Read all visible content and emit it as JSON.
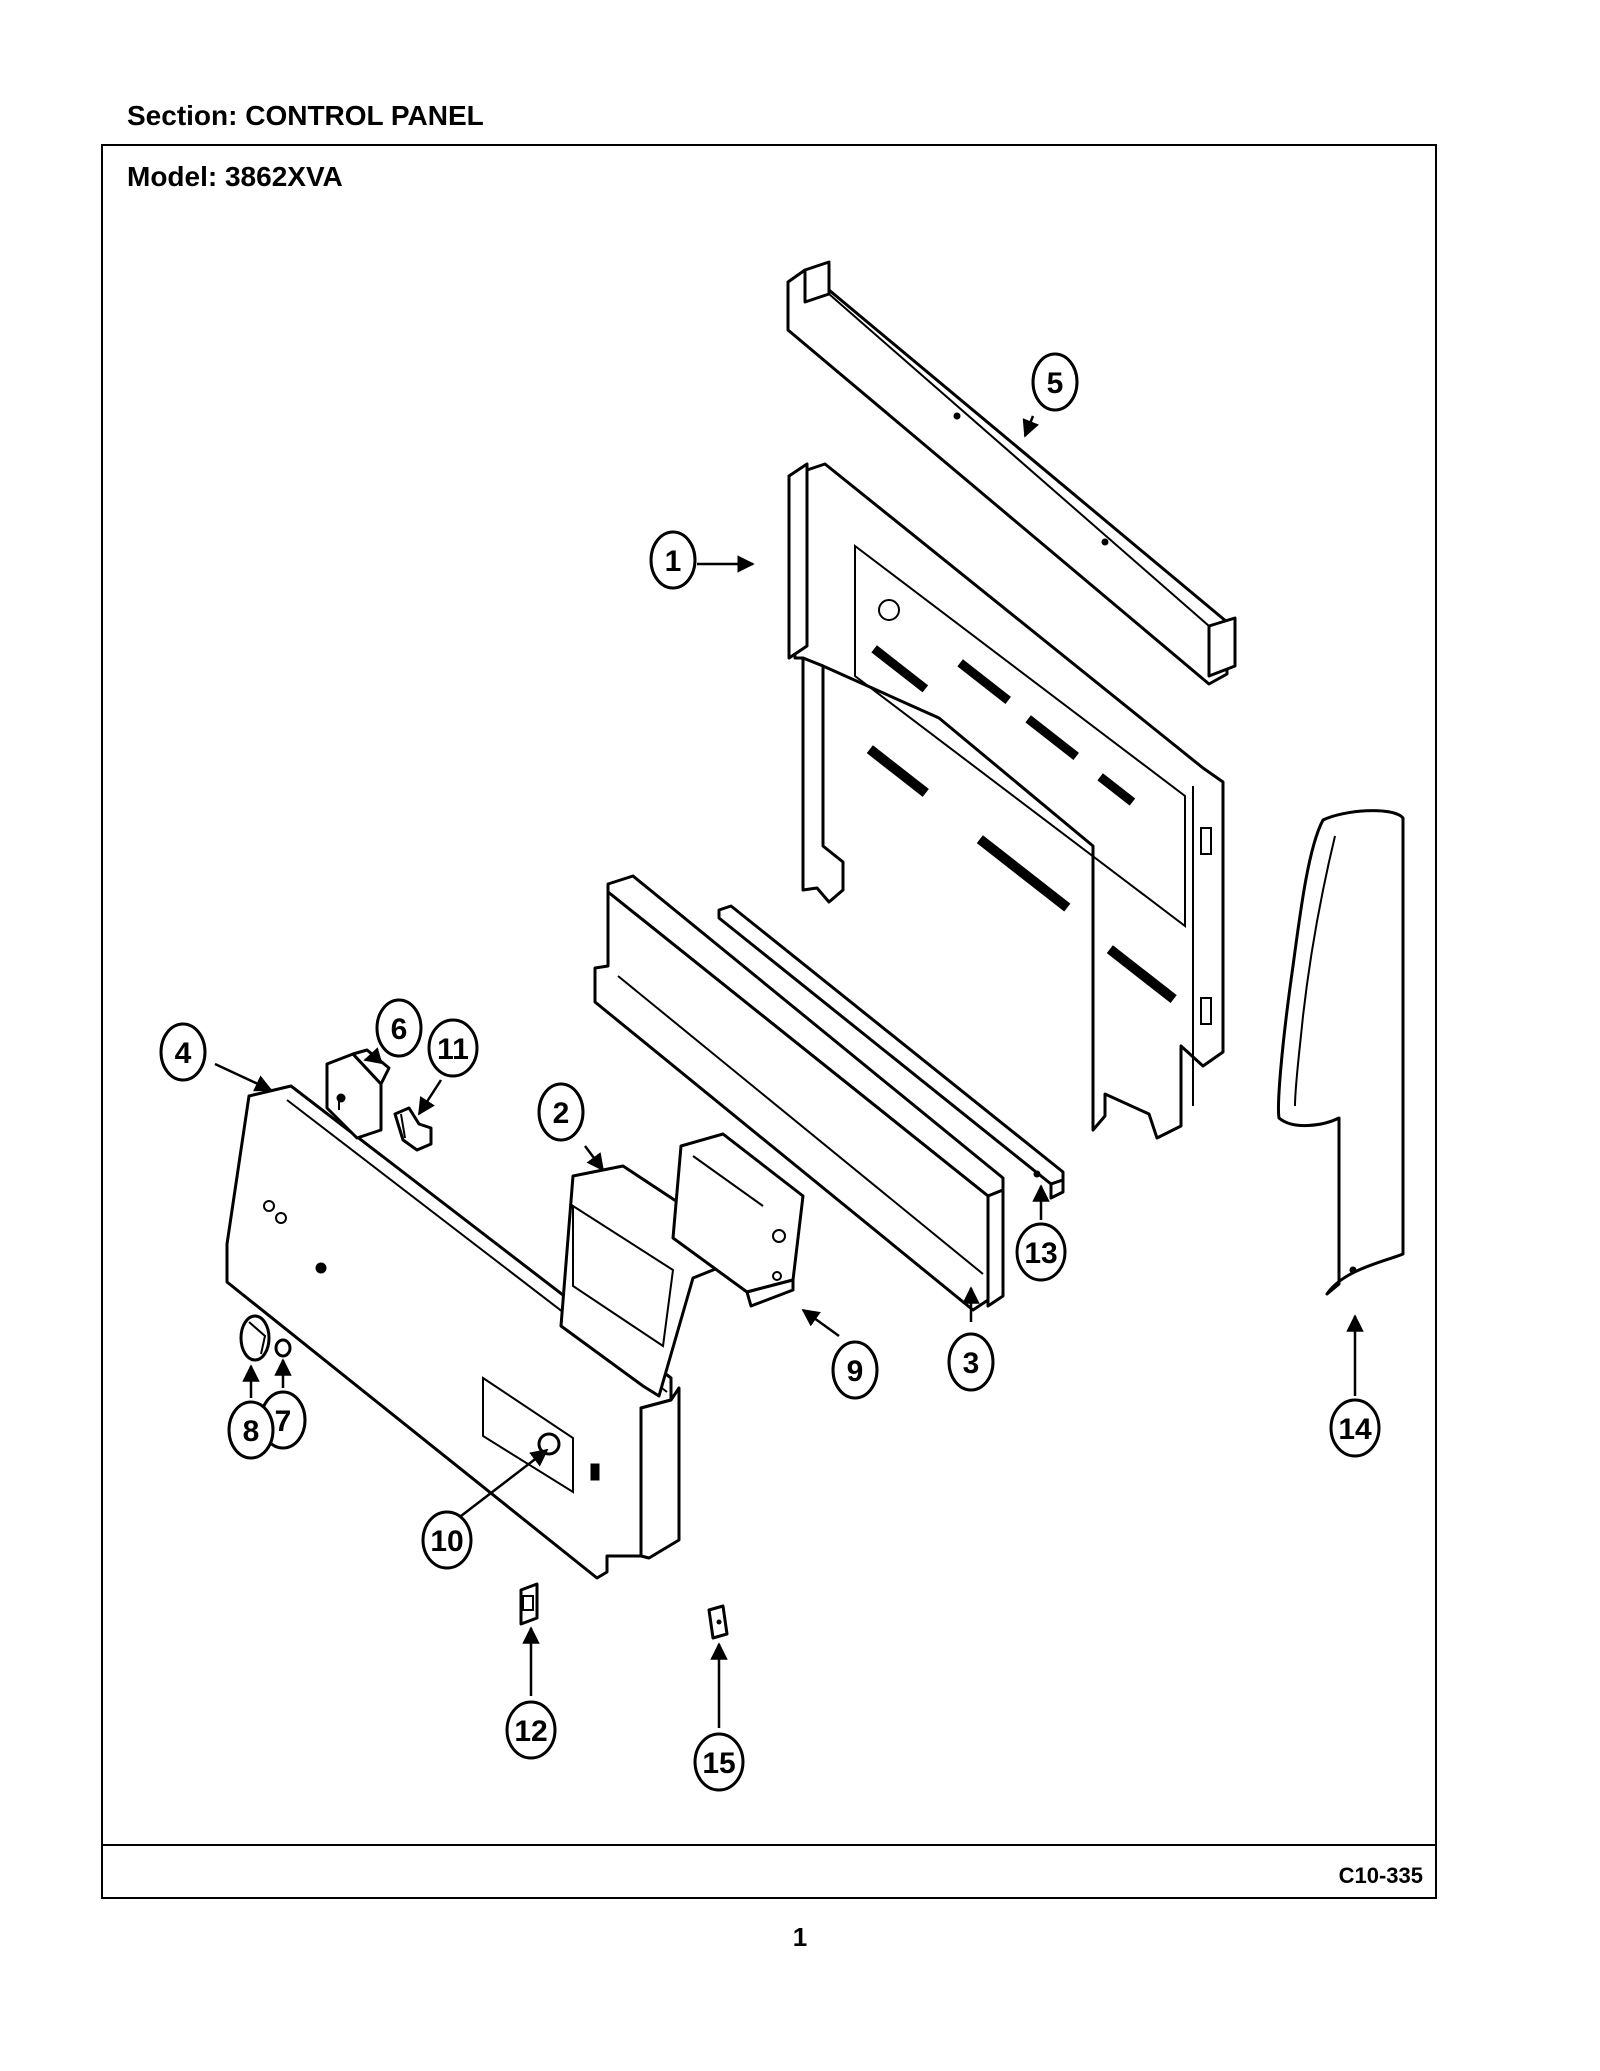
{
  "header": {
    "section_label": "Section:  CONTROL PANEL"
  },
  "frame": {
    "model_label": "Model:  3862XVA"
  },
  "footer": {
    "doc_code": "C10-335",
    "page_number": "1"
  },
  "callouts": [
    "1",
    "2",
    "3",
    "4",
    "5",
    "6",
    "7",
    "8",
    "9",
    "10",
    "11",
    "12",
    "13",
    "14",
    "15"
  ]
}
